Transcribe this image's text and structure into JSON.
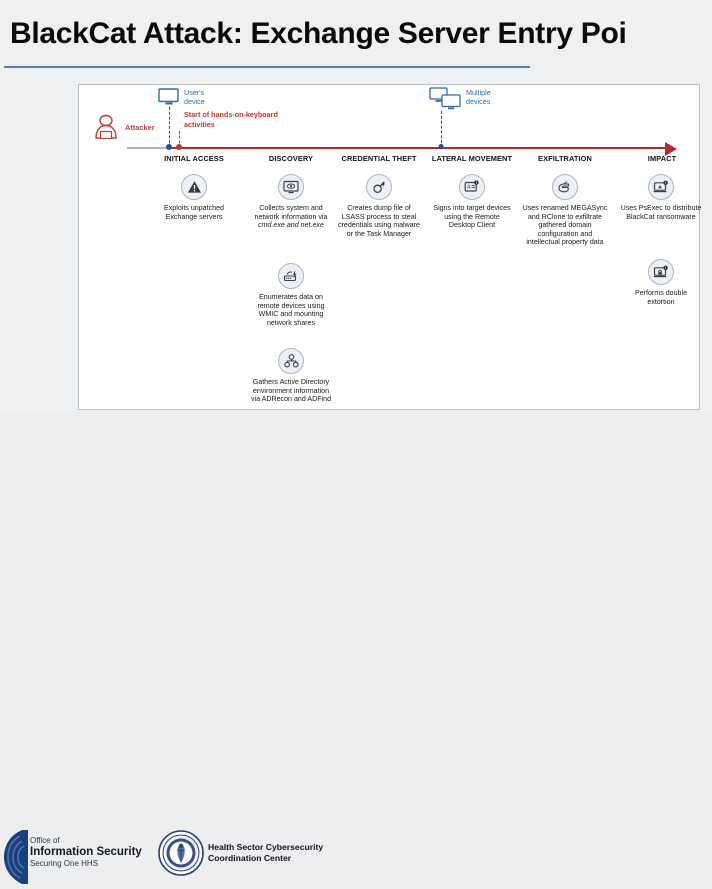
{
  "slide": {
    "title": "BlackCat Attack: Exchange Server Entry Poi",
    "title_color": "#0b0b0b",
    "rule_color": "#5b7cb5",
    "background": "#eef0f2"
  },
  "diagram": {
    "axis": {
      "pre_color": "#b3b5b8",
      "main_color": "#b22a2a",
      "direction": "left-to-right"
    },
    "actors": [
      {
        "name": "attacker",
        "label": "Attacker",
        "color": "#b5443f"
      },
      {
        "name": "users-device",
        "label": "User's\ndevice",
        "color": "#2e6ca4"
      },
      {
        "name": "multiple-devices",
        "label": "Multiple\ndevices",
        "color": "#2e6ca4"
      }
    ],
    "hands_on_keyboard_note": "Start of hands-on-keyboard\nactivities",
    "hands_on_keyboard_color": "#c0392b",
    "stages": [
      {
        "key": "initial-access",
        "label": "INITIAL ACCESS",
        "items": [
          {
            "icon": "warning-triangle-icon",
            "text": "Exploits unpatched\nExchange servers"
          }
        ]
      },
      {
        "key": "discovery",
        "label": "DISCOVERY",
        "items": [
          {
            "icon": "monitor-eye-icon",
            "text": "Collects system and\nnetwork information via\ncmd.exe and net.exe",
            "italic_tail": "cmd.exe and net.exe"
          },
          {
            "icon": "router-bolt-icon",
            "text": "Enumerates data on\nremote devices using\nWMIC and mounting\nnetwork shares"
          },
          {
            "icon": "org-tree-icon",
            "text": "Gathers Active Directory\nenvironment information\nvia ADRecon and ADFind"
          }
        ]
      },
      {
        "key": "credential-theft",
        "label": "CREDENTIAL THEFT",
        "items": [
          {
            "icon": "key-wrench-icon",
            "text": "Creates dump file of\nLSASS process to steal\ncredentials using malware\nor the Task Manager"
          }
        ]
      },
      {
        "key": "lateral-movement",
        "label": "LATERAL MOVEMENT",
        "items": [
          {
            "icon": "remote-desktop-icon",
            "text": "Signs into target devices\nusing the Remote\nDesktop Client"
          }
        ]
      },
      {
        "key": "exfiltration",
        "label": "EXFILTRATION",
        "items": [
          {
            "icon": "hand-grab-icon",
            "text": "Uses renamed MEGASync\nand RClone to exfiltrate\ngathered domain\nconfiguration and\nintellectual property data"
          }
        ]
      },
      {
        "key": "impact",
        "label": "IMPACT",
        "items": [
          {
            "icon": "laptop-alert-icon",
            "text": "Uses PsExec to distribute\nBlackCat ransomware"
          },
          {
            "icon": "locked-laptop-alert-icon",
            "text": "Performs double\nextortion"
          }
        ]
      }
    ]
  },
  "footer": {
    "office_line1": "Office of",
    "office_line2": "Information Security",
    "office_line3": "Securing One HHS",
    "hc3_text": "Health Sector Cybersecurity\nCoordination Center",
    "hc3_seal_name": "hhs-seal-icon"
  }
}
